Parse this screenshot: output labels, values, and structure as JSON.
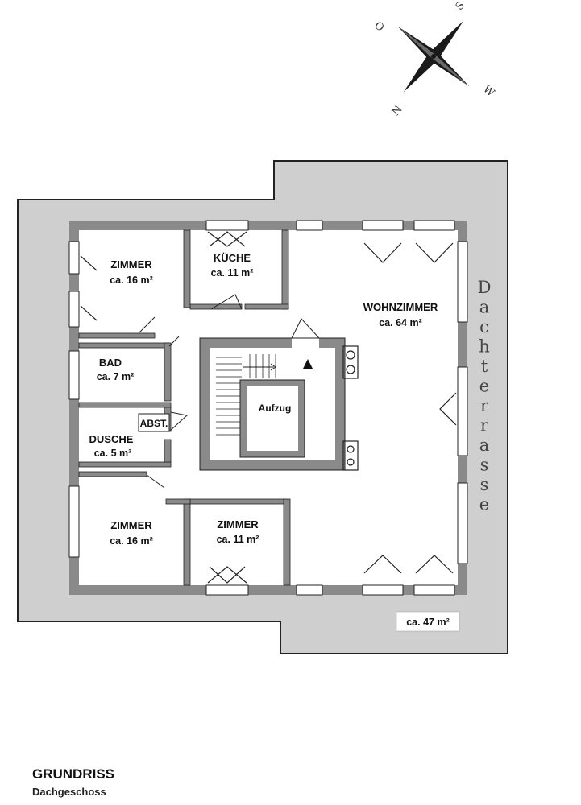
{
  "compass": {
    "s": "S",
    "w": "W",
    "n": "N",
    "o": "O"
  },
  "rooms": {
    "zimmer_nw": {
      "label": "ZIMMER",
      "area": "ca. 16 m²"
    },
    "kueche": {
      "label": "KÜCHE",
      "area": "ca. 11 m²"
    },
    "wohnzimmer": {
      "label": "WOHNZIMMER",
      "area": "ca. 64 m²"
    },
    "bad": {
      "label": "BAD",
      "area": "ca. 7 m²"
    },
    "abst": {
      "label": "ABST."
    },
    "dusche": {
      "label": "DUSCHE",
      "area": "ca. 5 m²"
    },
    "aufzug": {
      "label": "Aufzug"
    },
    "zimmer_sw": {
      "label": "ZIMMER",
      "area": "ca. 16 m²"
    },
    "zimmer_s": {
      "label": "ZIMMER",
      "area": "ca. 11 m²"
    }
  },
  "terrace": {
    "letters": [
      "D",
      "a",
      "c",
      "h",
      "t",
      "e",
      "r",
      "r",
      "a",
      "s",
      "s",
      "e"
    ],
    "area": "ca. 47 m²"
  },
  "caption": {
    "title": "GRUNDRISS",
    "subtitle": "Dachgeschoss"
  },
  "colors": {
    "terrace_fill": "#cfcfcf",
    "wall_fill": "#8a8a8a",
    "line": "#222222"
  }
}
